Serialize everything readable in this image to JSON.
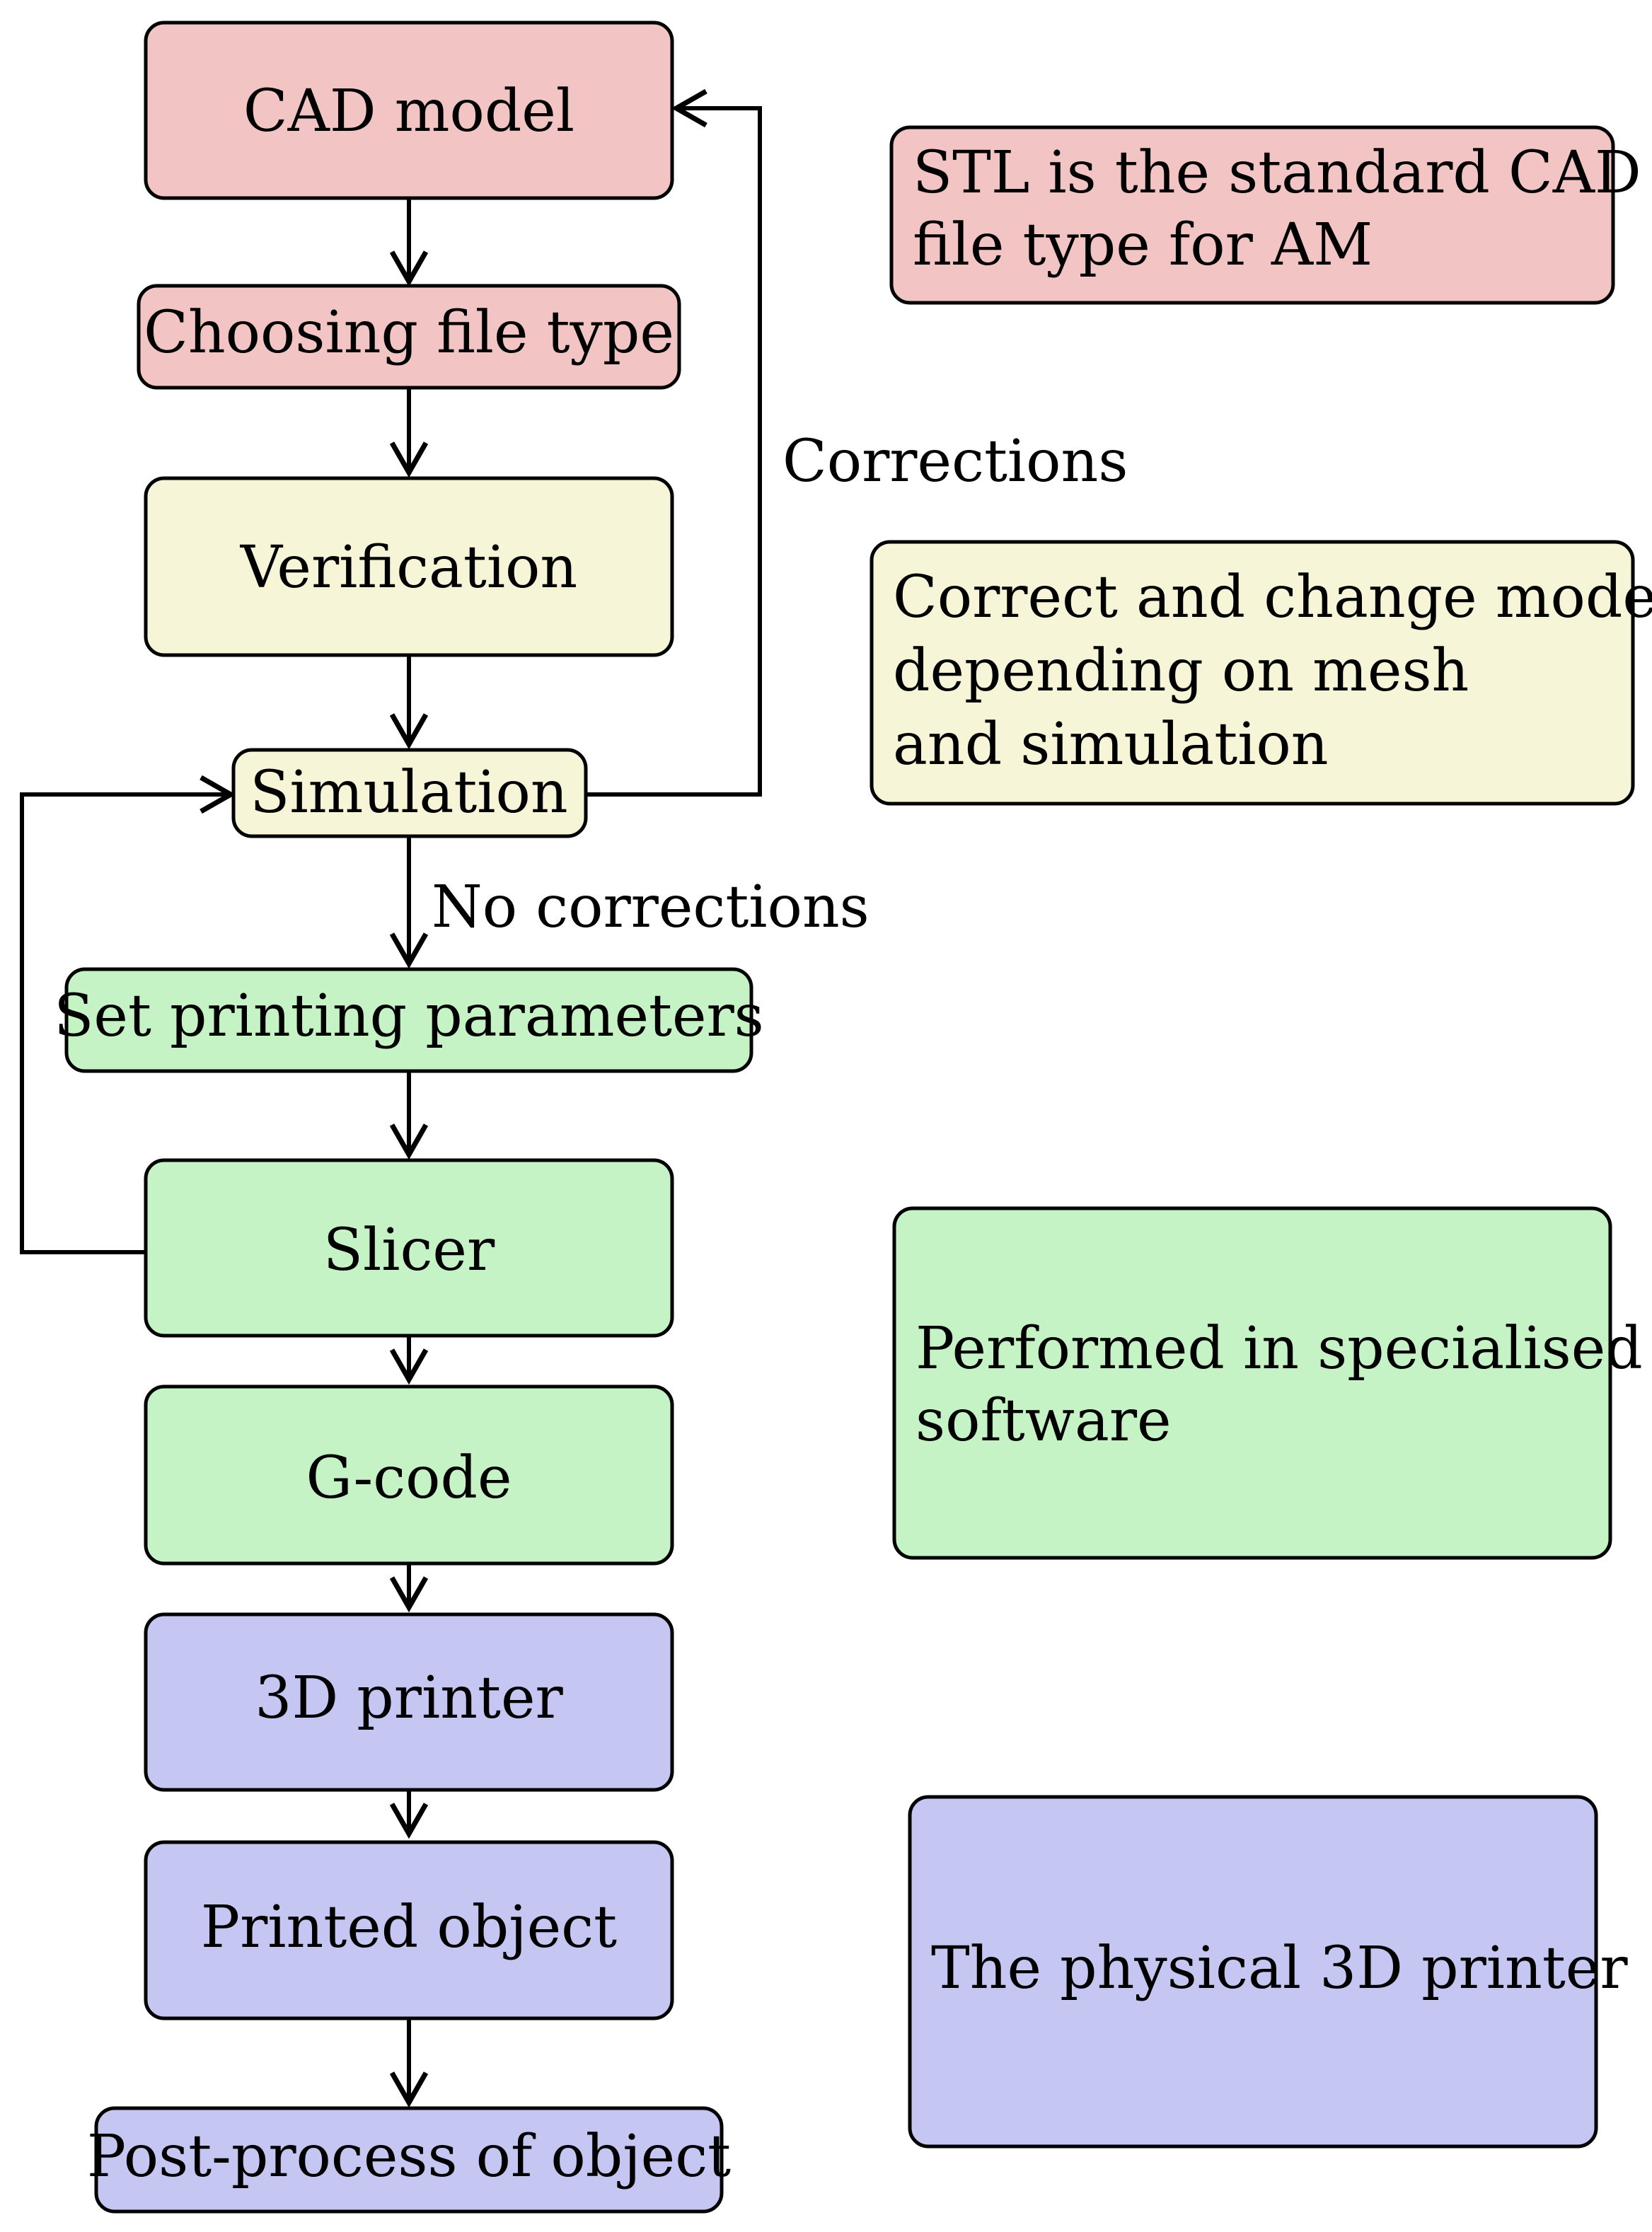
{
  "colors": {
    "red": "#f3c4c4",
    "yellow": "#f6f5d8",
    "green": "#c6f3c6",
    "blue": "#c6c6f3",
    "stroke": "#000000"
  },
  "nodes": {
    "cad_model": "CAD model",
    "choosing_file_type": "Choosing file type",
    "verification": "Verification",
    "simulation": "Simulation",
    "set_printing_parameters": "Set printing parameters",
    "slicer": "Slicer",
    "g_code": "G-code",
    "printer_3d": "3D printer",
    "printed_object": "Printed object",
    "post_process": "Post-process of object"
  },
  "edge_labels": {
    "corrections": "Corrections",
    "no_corrections": "No corrections"
  },
  "notes": {
    "stl": [
      "STL is the standard CAD",
      "file type for AM"
    ],
    "correct": [
      "Correct and change model",
      "depending on mesh",
      "and simulation"
    ],
    "software": [
      "Performed in specialised",
      "software"
    ],
    "physical": [
      "The physical 3D printer"
    ]
  }
}
